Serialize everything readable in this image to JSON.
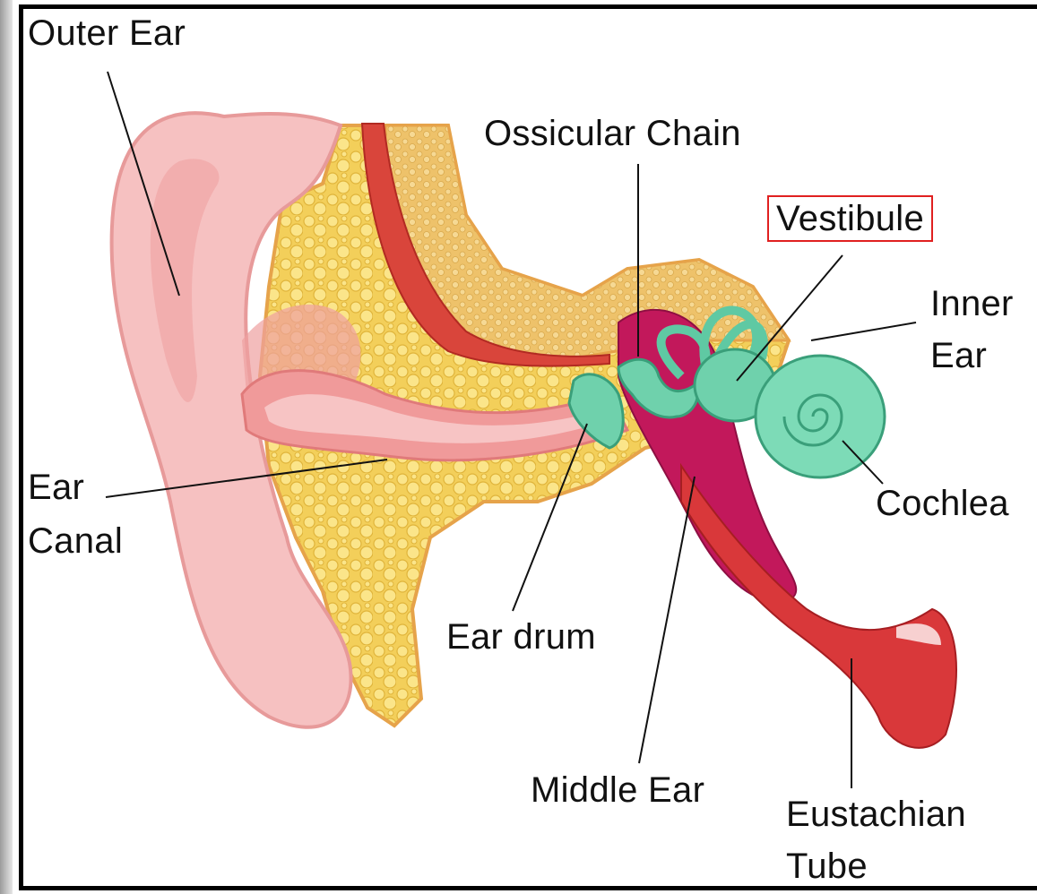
{
  "labels": {
    "outer_ear": "Outer Ear",
    "ossicular_chain": "Ossicular Chain",
    "vestibule": "Vestibule",
    "inner_ear": [
      "Inner",
      "Ear"
    ],
    "ear_canal": [
      "Ear",
      "Canal"
    ],
    "cochlea": "Cochlea",
    "ear_drum": "Ear drum",
    "middle_ear": "Middle Ear",
    "eustachian_tube": [
      "Eustachian",
      "Tube"
    ]
  },
  "highlighted_label": "vestibule",
  "colors": {
    "highlight_box": "#e02020",
    "outer_ear_skin": "#f4b6b6",
    "bone_fat": "#f2c94c",
    "middle_ear_cavity": "#c2185b",
    "inner_ear_green": "#5fc9a3",
    "eustachian_tube": "#d32f2f",
    "leader_lines": "#111111"
  }
}
